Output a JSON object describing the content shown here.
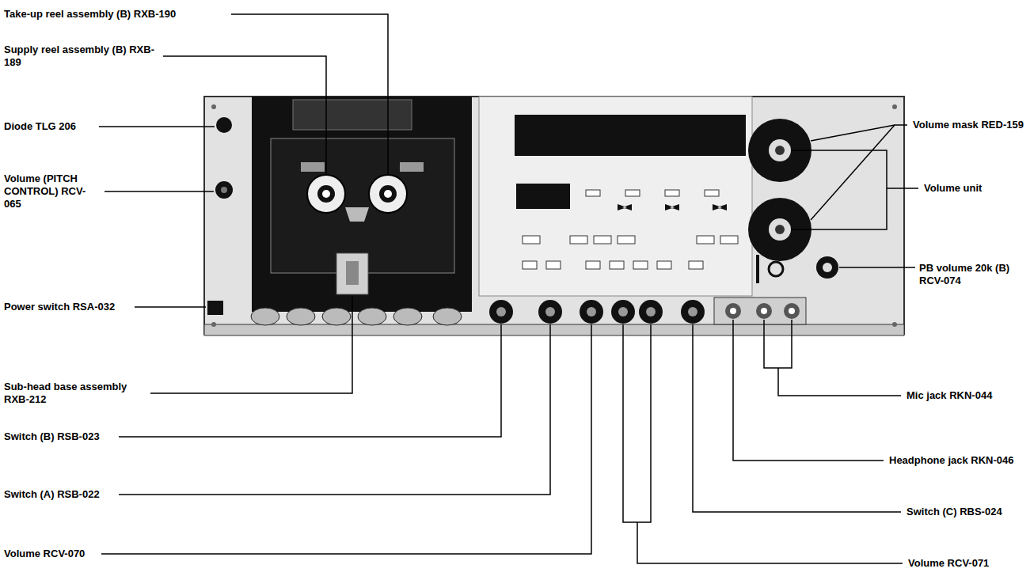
{
  "diagram": {
    "labels": [
      "Take-up reel assembly (B) RXB-190",
      "Supply reel assembly (B) RXB-189",
      "Diode TLG 206",
      "Volume (PITCH CONTROL) RCV-065",
      "Power switch RSA-032",
      "Sub-head base assembly RXB-212",
      "Switch (B) RSB-023",
      "Switch (A) RSB-022",
      "Volume RCV-070",
      "Volume mask RED-159",
      "Volume unit",
      "PB volume 20k (B) RCV-074",
      "Mic jack RKN-044",
      "Headphone jack RKN-046",
      "Switch (C) RBS-024",
      "Volume RCV-071"
    ]
  }
}
